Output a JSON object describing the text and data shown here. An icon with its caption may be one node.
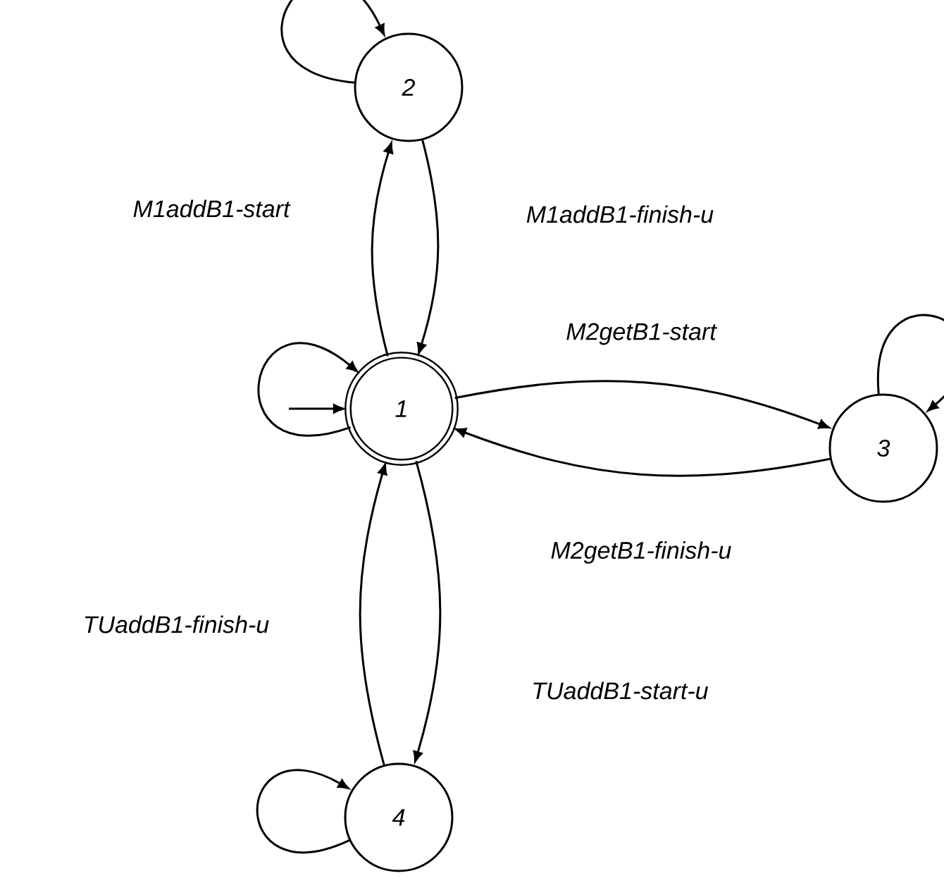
{
  "diagram": {
    "nodes": [
      {
        "text": [
          "1"
        ]
      },
      {
        "text": [
          "2"
        ]
      },
      {
        "text": [
          "3"
        ]
      },
      {
        "text": [
          "4"
        ]
      }
    ],
    "edges": [
      {
        "from": 0,
        "to": 1,
        "arrow": "to",
        "label": "M1addB1-start"
      },
      {
        "from": 1,
        "to": 0,
        "arrow": "to",
        "label": "M1addB1-finish-u"
      },
      {
        "from": 0,
        "to": 2,
        "arrow": "to",
        "label": "M2getB1-start"
      },
      {
        "from": 2,
        "to": 0,
        "arrow": "to",
        "label": "M2getB1-finish-u"
      },
      {
        "from": 0,
        "to": 3,
        "arrow": "to",
        "label": "TUaddB1-start-u"
      },
      {
        "from": 3,
        "to": 0,
        "arrow": "to",
        "label": "TUaddB1-finish-u"
      },
      {
        "from": 0,
        "to": 0,
        "arrow": "to"
      },
      {
        "from": 1,
        "to": 1,
        "arrow": "to"
      },
      {
        "from": 2,
        "to": 2,
        "arrow": "to"
      },
      {
        "from": 3,
        "to": 3,
        "arrow": "to"
      },
      {
        "from": null,
        "to": 0,
        "arrow": "to"
      }
    ]
  }
}
